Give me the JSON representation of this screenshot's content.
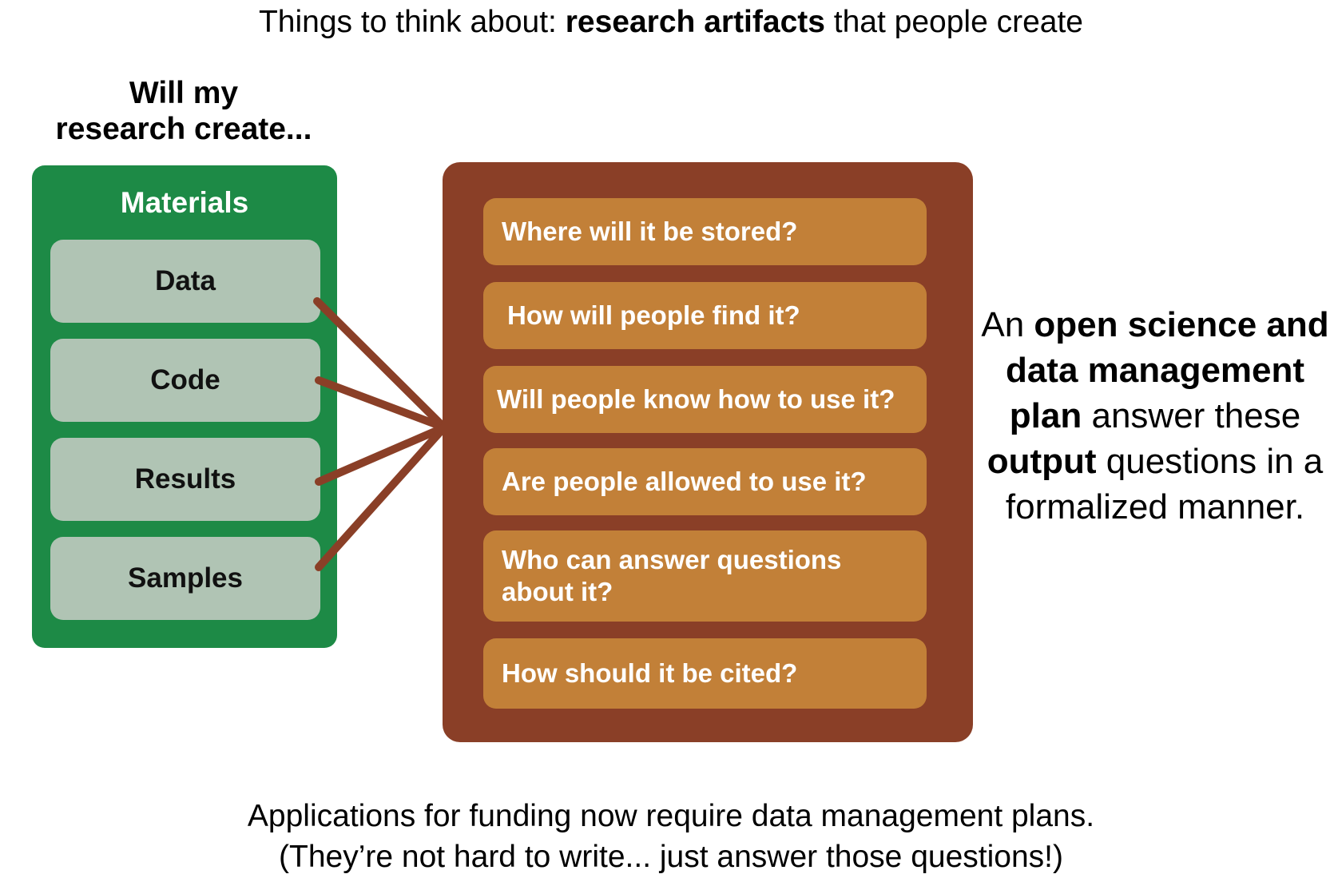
{
  "title": {
    "prefix": "Things to think about: ",
    "bold": "research artifacts",
    "suffix": " that people create"
  },
  "question_heading": {
    "line1": "Will my",
    "line2": "research create..."
  },
  "materials": {
    "title": "Materials",
    "items": [
      "Data",
      "Code",
      "Results",
      "Samples"
    ],
    "box_color": "#1d8a46",
    "item_color": "#b0c4b4"
  },
  "questions": {
    "box_color": "#8a3f27",
    "item_color": "#c28038",
    "items": [
      "Where will it be stored?",
      "How will people find it?",
      "Will people know how to use it?",
      "Are people allowed to use it?",
      "Who can answer questions\nabout it?",
      "How should it be cited?"
    ]
  },
  "plan_text": {
    "part1": "An ",
    "bold1": "open science and data management plan",
    "part2": " answer these ",
    "bold2": "output",
    "part3": " questions in a formalized manner."
  },
  "footer": {
    "line1": "Applications for funding now require data management plans.",
    "line2": "(They’re not hard to write... just answer those questions!)"
  }
}
